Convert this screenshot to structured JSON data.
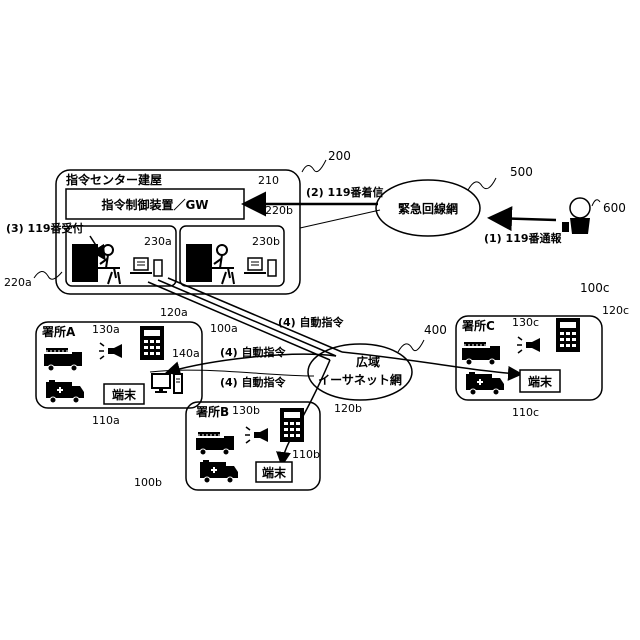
{
  "center": {
    "title": "指令センター建屋",
    "ref": "200",
    "controller_label": "指令制御装置／GW",
    "controller_ref": "210",
    "console_a_ref": "220a",
    "console_b_ref": "220b",
    "monitor_a_ref": "230a",
    "monitor_b_ref": "230b",
    "receive_label": "(3) 119番受付"
  },
  "emergency_net": {
    "label": "緊急回線網",
    "ref": "500"
  },
  "caller": {
    "ref": "600",
    "call_label": "(1) 119番通報"
  },
  "incoming_label": "(2) 119番着信",
  "wide_net": {
    "label_line1": "広域",
    "label_line2": "イーサネット網",
    "ref": "400"
  },
  "dispatch_label": "(4) 自動指令",
  "station_a": {
    "title": "署所A",
    "ref": "100a",
    "phone_ref": "120a",
    "speaker_ref": "130a",
    "pc_ref": "140a",
    "terminal_label": "端末",
    "terminal_ref": "110a"
  },
  "station_b": {
    "title": "署所B",
    "ref": "100b",
    "phone_ref": "120b",
    "speaker_ref": "130b",
    "terminal_label": "端末",
    "terminal_ref": "110b"
  },
  "station_c": {
    "title": "署所C",
    "ref": "100c",
    "phone_ref": "120c",
    "speaker_ref": "130c",
    "terminal_label": "端末",
    "terminal_ref": "110c"
  }
}
